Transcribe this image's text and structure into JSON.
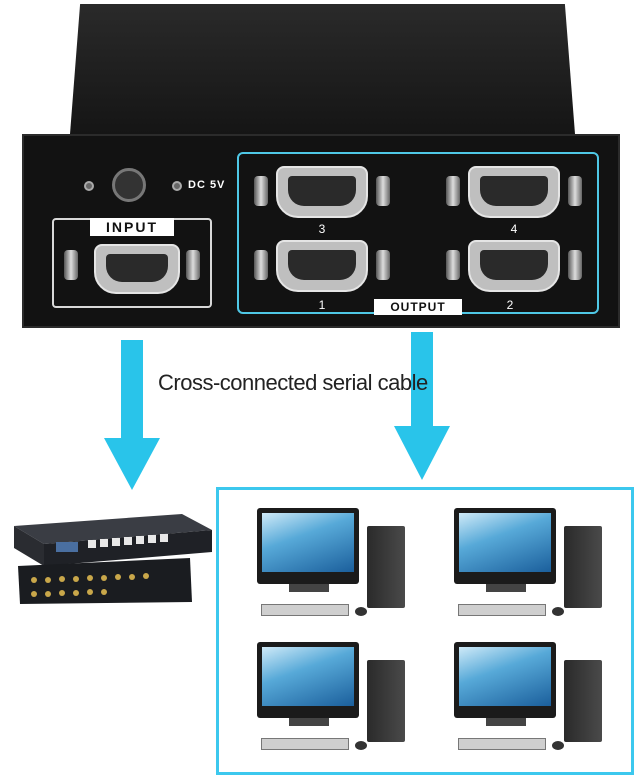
{
  "device": {
    "power_label": "DC 5V",
    "input_label": "INPUT",
    "output_label": "OUTPUT",
    "port_numbers": [
      "3",
      "4",
      "1",
      "2"
    ]
  },
  "annotation": {
    "cable_text": "Cross-connected serial cable"
  },
  "colors": {
    "accent": "#29c4ea",
    "device_body": "#121212"
  },
  "icons": {
    "matrix_device": "rack-matrix-switch-icon",
    "computer": "desktop-computer-icon"
  }
}
